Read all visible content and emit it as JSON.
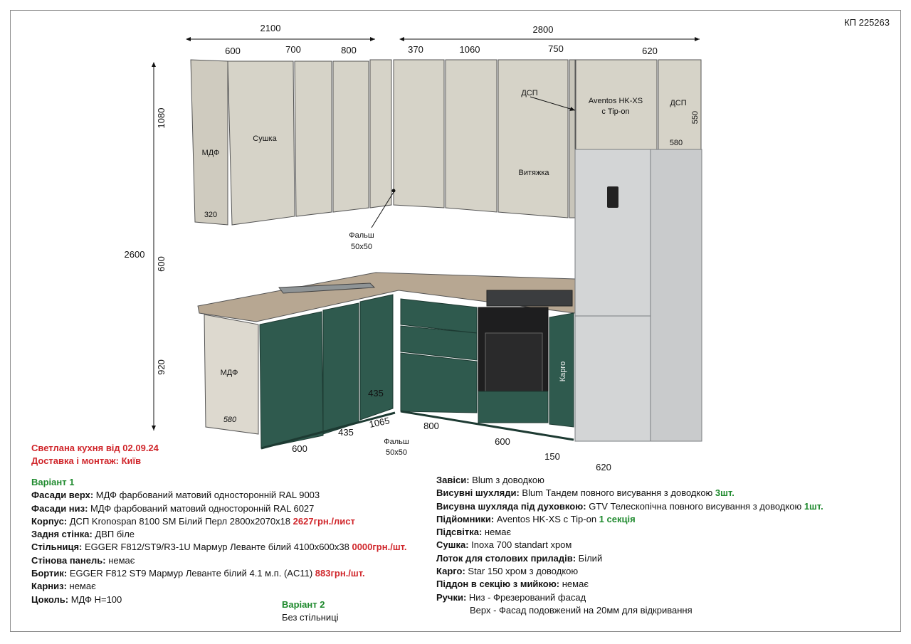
{
  "project_code": "КП 225263",
  "dimensions": {
    "top_left_total": "2100",
    "top_right_total": "2800",
    "upper_widths": [
      "600",
      "700",
      "800",
      "370",
      "1060",
      "750",
      "620"
    ],
    "height_total": "2600",
    "upper_height": "1080",
    "gap_height": "600",
    "base_height": "920",
    "upper_depth": "320",
    "top_box_height": "550",
    "top_box_depth": "580",
    "base_depth": "580",
    "base_front": [
      "600",
      "435",
      "1065",
      "800",
      "600",
      "150",
      "620"
    ],
    "inner_depth": "435"
  },
  "labels": {
    "mdf_upper": "МДФ",
    "sushka": "Сушка",
    "dsp_left": "ДСП",
    "aventos_line1": "Aventos HK-XS",
    "aventos_line2": "с Tip-on",
    "dsp_right": "ДСП",
    "vytyazhka": "Витяжка",
    "falsh_upper_1": "Фальш",
    "falsh_upper_2": "50x50",
    "mdf_base": "МДФ",
    "kargo": "Карго",
    "falsh_lower_1": "Фальш",
    "falsh_lower_2": "50x50"
  },
  "header": {
    "title": "Светлана кухня від 02.09.24",
    "delivery": "Доставка і монтаж: Київ"
  },
  "variant1": {
    "title": "Варіант 1",
    "rows": [
      {
        "key": "Фасади верх:",
        "value": " МДФ фарбований матовий односторонній RAL 9003",
        "extra": ""
      },
      {
        "key": "Фасади низ:",
        "value": " МДФ фарбований матовий односторонній RAL 6027",
        "extra": ""
      },
      {
        "key": "Корпус:",
        "value": " ДСП Kronospan 8100 SM Білий Перл 2800x2070x18 ",
        "extra": "2627грн./лист"
      },
      {
        "key": "Задня стінка:",
        "value": " ДВП біле",
        "extra": ""
      },
      {
        "key": "Стільниця:",
        "value": " EGGER F812/ST9/R3-1U Мармур Леванте білий 4100x600x38 ",
        "extra": "0000грн./шт."
      },
      {
        "key": "Стінова панель:",
        "value": " немає",
        "extra": ""
      },
      {
        "key": "Бортик:",
        "value": " EGGER F812 ST9 Мармур Леванте білий 4.1 м.п. (AC11) ",
        "extra": "883грн./шт."
      },
      {
        "key": "Карниз:",
        "value": " немає",
        "extra": ""
      },
      {
        "key": "Цоколь:",
        "value": " МДФ H=100",
        "extra": ""
      }
    ]
  },
  "variant2": {
    "title": "Варіант 2",
    "text": "Без стільниці"
  },
  "right_specs": [
    {
      "key": "Завіси:",
      "value": " Blum з доводкою",
      "extra": ""
    },
    {
      "key": "Висувні шухляди:",
      "value": " Blum Тандем повного висування з доводкою ",
      "extra": "3шт."
    },
    {
      "key": "Висувна шухляда під духовкою:",
      "value": " GTV Телескопічна повного висування з доводкою ",
      "extra": "1шт."
    },
    {
      "key": "Підйомники:",
      "value": " Aventos HK-XS с Tip-on ",
      "extra": "1 секція"
    },
    {
      "key": "Підсвітка:",
      "value": " немає",
      "extra": ""
    },
    {
      "key": "Сушка:",
      "value": " Inoxa 700 standart хром",
      "extra": ""
    },
    {
      "key": "Лоток для столових приладів:",
      "value": " Білий",
      "extra": ""
    },
    {
      "key": "Карго:",
      "value": " Star 150 хром з доводкою",
      "extra": ""
    },
    {
      "key": "Піддон в секцію з мийкою:",
      "value": " немає",
      "extra": ""
    },
    {
      "key": "Ручки:",
      "value": " Низ - Фрезерований фасад",
      "extra": ""
    }
  ],
  "handles_top": "Верх - Фасад подовжений на 20мм для відкривання",
  "colors": {
    "upper_facade": "#d6d3c8",
    "base_facade": "#2f5a4e",
    "countertop": "#b7a792",
    "fridge": "#c9cbcc",
    "accent_red": "#d0262b",
    "accent_green": "#1f8a2e"
  }
}
